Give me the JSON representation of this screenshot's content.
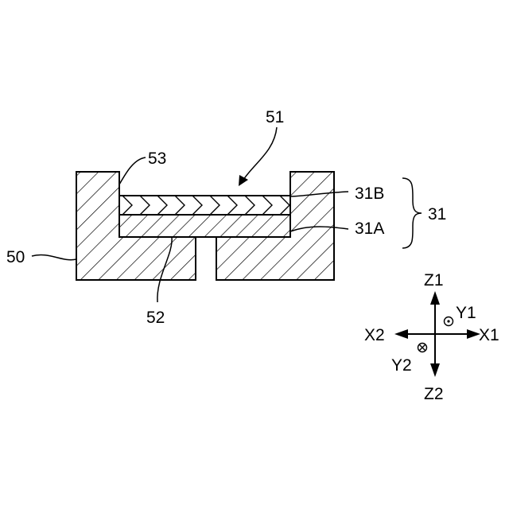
{
  "labels": {
    "ref_51": "51",
    "ref_53": "53",
    "ref_50": "50",
    "ref_52": "52",
    "ref_31B": "31B",
    "ref_31A": "31A",
    "ref_31": "31"
  },
  "axes": {
    "z1": "Z1",
    "z2": "Z2",
    "x1": "X1",
    "x2": "X2",
    "y1": "Y1",
    "y2": "Y2"
  }
}
